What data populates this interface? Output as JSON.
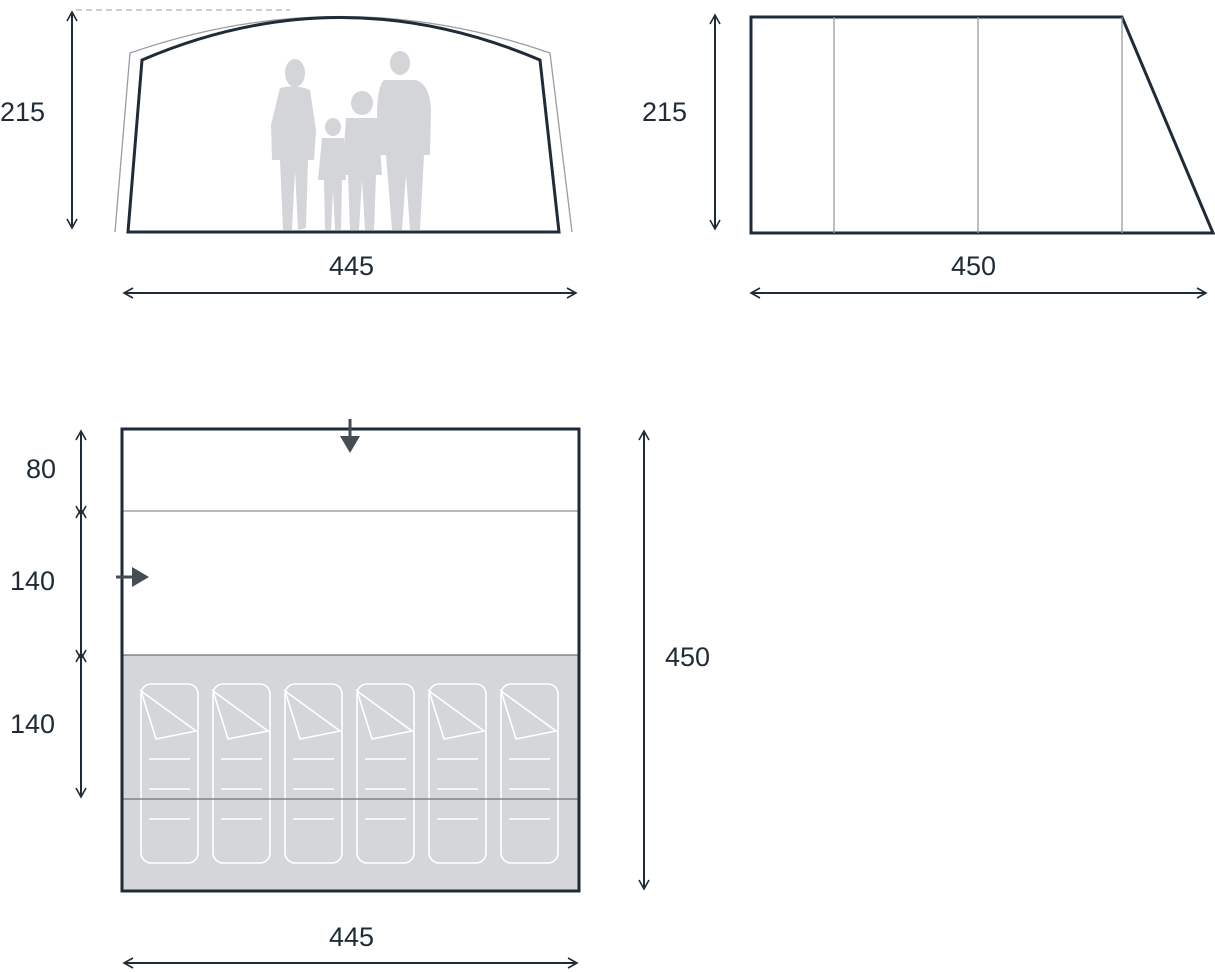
{
  "colors": {
    "outline": "#1f2b38",
    "floor_fill": "#d5d6da",
    "silhouette": "#d4d5d9",
    "inner_line": "#9a9ca0"
  },
  "front_view": {
    "height_label": "215",
    "width_label": "445"
  },
  "side_view": {
    "height_label": "215",
    "depth_label": "450"
  },
  "floor_plan": {
    "section_labels": [
      "80",
      "140",
      "140"
    ],
    "total_depth_label": "450",
    "width_label": "445",
    "sleeping_bags": 6
  }
}
